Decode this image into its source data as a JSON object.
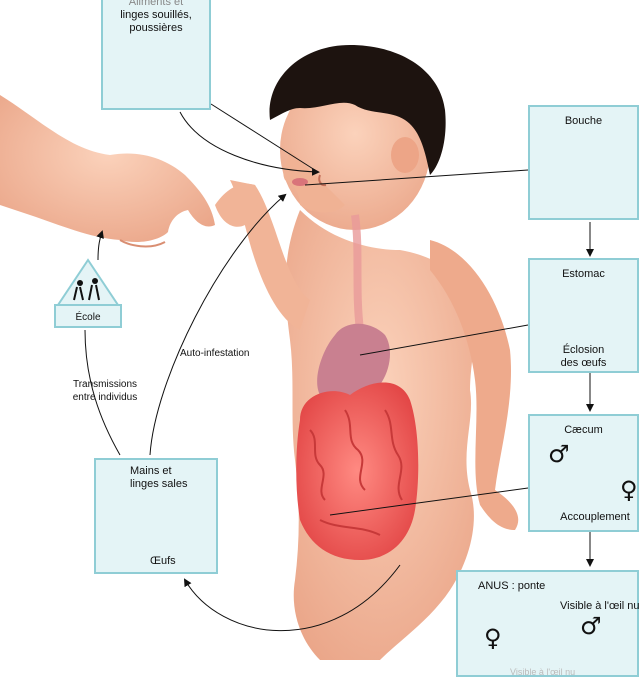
{
  "top_box": {
    "line1": "Aliments et",
    "line2": "linges souillés,",
    "line3": "poussières"
  },
  "school_sign": {
    "label": "École"
  },
  "transmission": {
    "line1": "Transmissions",
    "line2": "entre individus"
  },
  "auto_infestation": "Auto-infestation",
  "hands_box": {
    "line1": "Mains et",
    "line2": "linges sales",
    "eggs": "Œufs"
  },
  "mouth_box": {
    "label": "Bouche"
  },
  "stomach_box": {
    "label": "Estomac",
    "line1": "Éclosion",
    "line2": "des œufs"
  },
  "caecum_box": {
    "label": "Cæcum",
    "caption": "Accouplement",
    "male": "♂",
    "female": "♀"
  },
  "anus_box": {
    "label": "ANUS : ponte",
    "note": "Visible à l'œil nu",
    "female": "♀",
    "male": "♂",
    "footer": "Visible à l'œil nu"
  },
  "colors": {
    "box_fill": "#e4f4f6",
    "box_border": "#8fcdd5",
    "worm": "#b46ac8",
    "worm_dark": "#7c4bb8",
    "skin": "#f3b89a",
    "hair": "#1d130f",
    "intestine": "#ee5a58",
    "stomach": "#c98090"
  }
}
